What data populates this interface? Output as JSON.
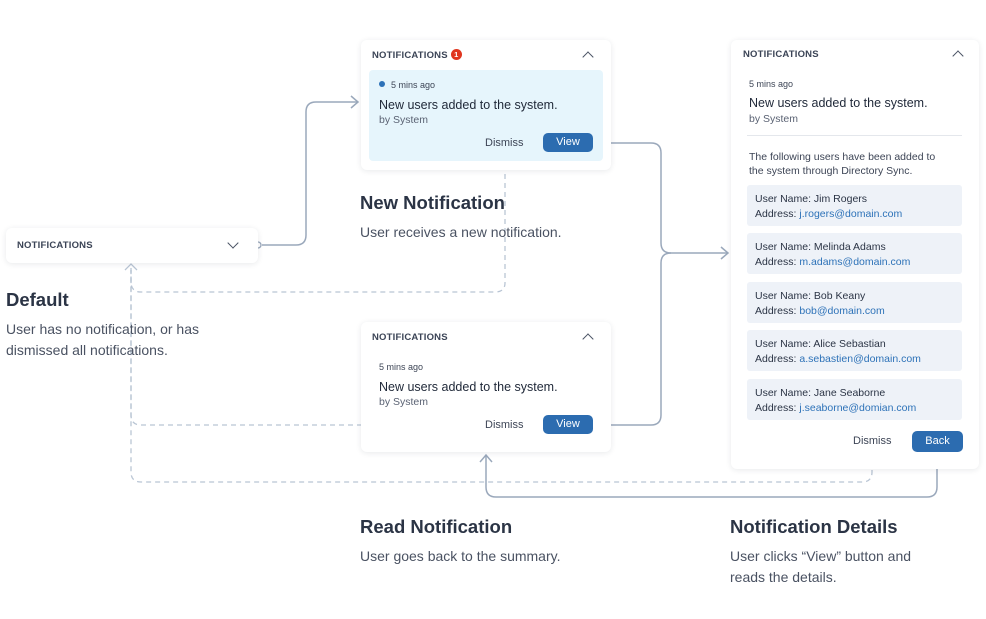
{
  "header_label": "NOTIFICATIONS",
  "badge_count": "1",
  "notification": {
    "time": "5 mins ago",
    "title": "New users added to the system.",
    "author": "by System"
  },
  "buttons": {
    "dismiss": "Dismiss",
    "view": "View",
    "back": "Back"
  },
  "details": {
    "intro_line1": "The following users have been added to",
    "intro_line2": "the system through Directory Sync.",
    "address_label": "Address: ",
    "users": [
      {
        "name": "User Name: Jim Rogers",
        "email": "j.rogers@domain.com"
      },
      {
        "name": "User Name: Melinda Adams",
        "email": "m.adams@domain.com"
      },
      {
        "name": "User Name: Bob Keany",
        "email": "bob@domain.com"
      },
      {
        "name": "User Name: Alice Sebastian",
        "email": "a.sebastien@domain.com"
      },
      {
        "name": "User Name: Jane Seaborne",
        "email": "j.seaborne@domian.com"
      }
    ]
  },
  "states": {
    "default": {
      "title": "Default",
      "desc1": "User has no notification, or has",
      "desc2": "dismissed all notifications."
    },
    "new": {
      "title": "New Notification",
      "desc": "User receives a new notification."
    },
    "read": {
      "title": "Read Notification",
      "desc": "User goes back to the summary."
    },
    "details": {
      "title": "Notification Details",
      "desc1": "User clicks “View” button and",
      "desc2": "reads the details."
    }
  },
  "colors": {
    "accent": "#2c6cb0",
    "badge": "#e0361f",
    "new_bg": "#e6f5fc",
    "connector": "#9aa8bb"
  }
}
